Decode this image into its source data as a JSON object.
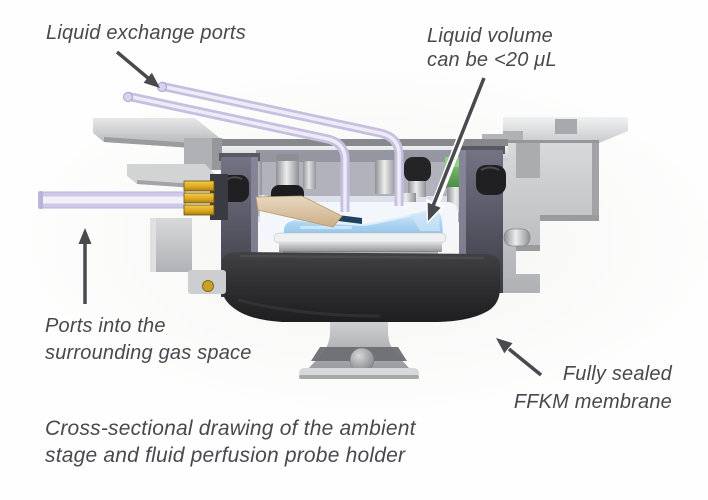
{
  "figure": {
    "type": "technical-illustration",
    "subject": "Cross-sectional 3D rendering of an ambient stage and fluid perfusion probe holder"
  },
  "annotations": {
    "liquid_exchange_ports": {
      "text": "Liquid exchange ports"
    },
    "liquid_volume": {
      "line1": "Liquid volume",
      "line2": "can be <20 μL"
    },
    "gas_ports": {
      "line1": "Ports into the",
      "line2": "surrounding gas space"
    },
    "ffkm_membrane": {
      "line1": "Fully sealed",
      "line2": "FFKM membrane"
    }
  },
  "caption": {
    "line1": "Cross-sectional drawing of the ambient",
    "line2": "stage and fluid perfusion probe holder"
  },
  "colors": {
    "annotation_text": "#48494c",
    "arrow": "#494a4e",
    "liquid_blue": "#a9d2f0",
    "membrane_dark": "#2c2c2f",
    "tubing_lavender": "#d9d5eb",
    "ferrule_gold": "#d9a61c",
    "fitting_tan": "#dcc7ab",
    "metal_gray": "#c6c7c9",
    "sensor_green": "#58a74f"
  }
}
